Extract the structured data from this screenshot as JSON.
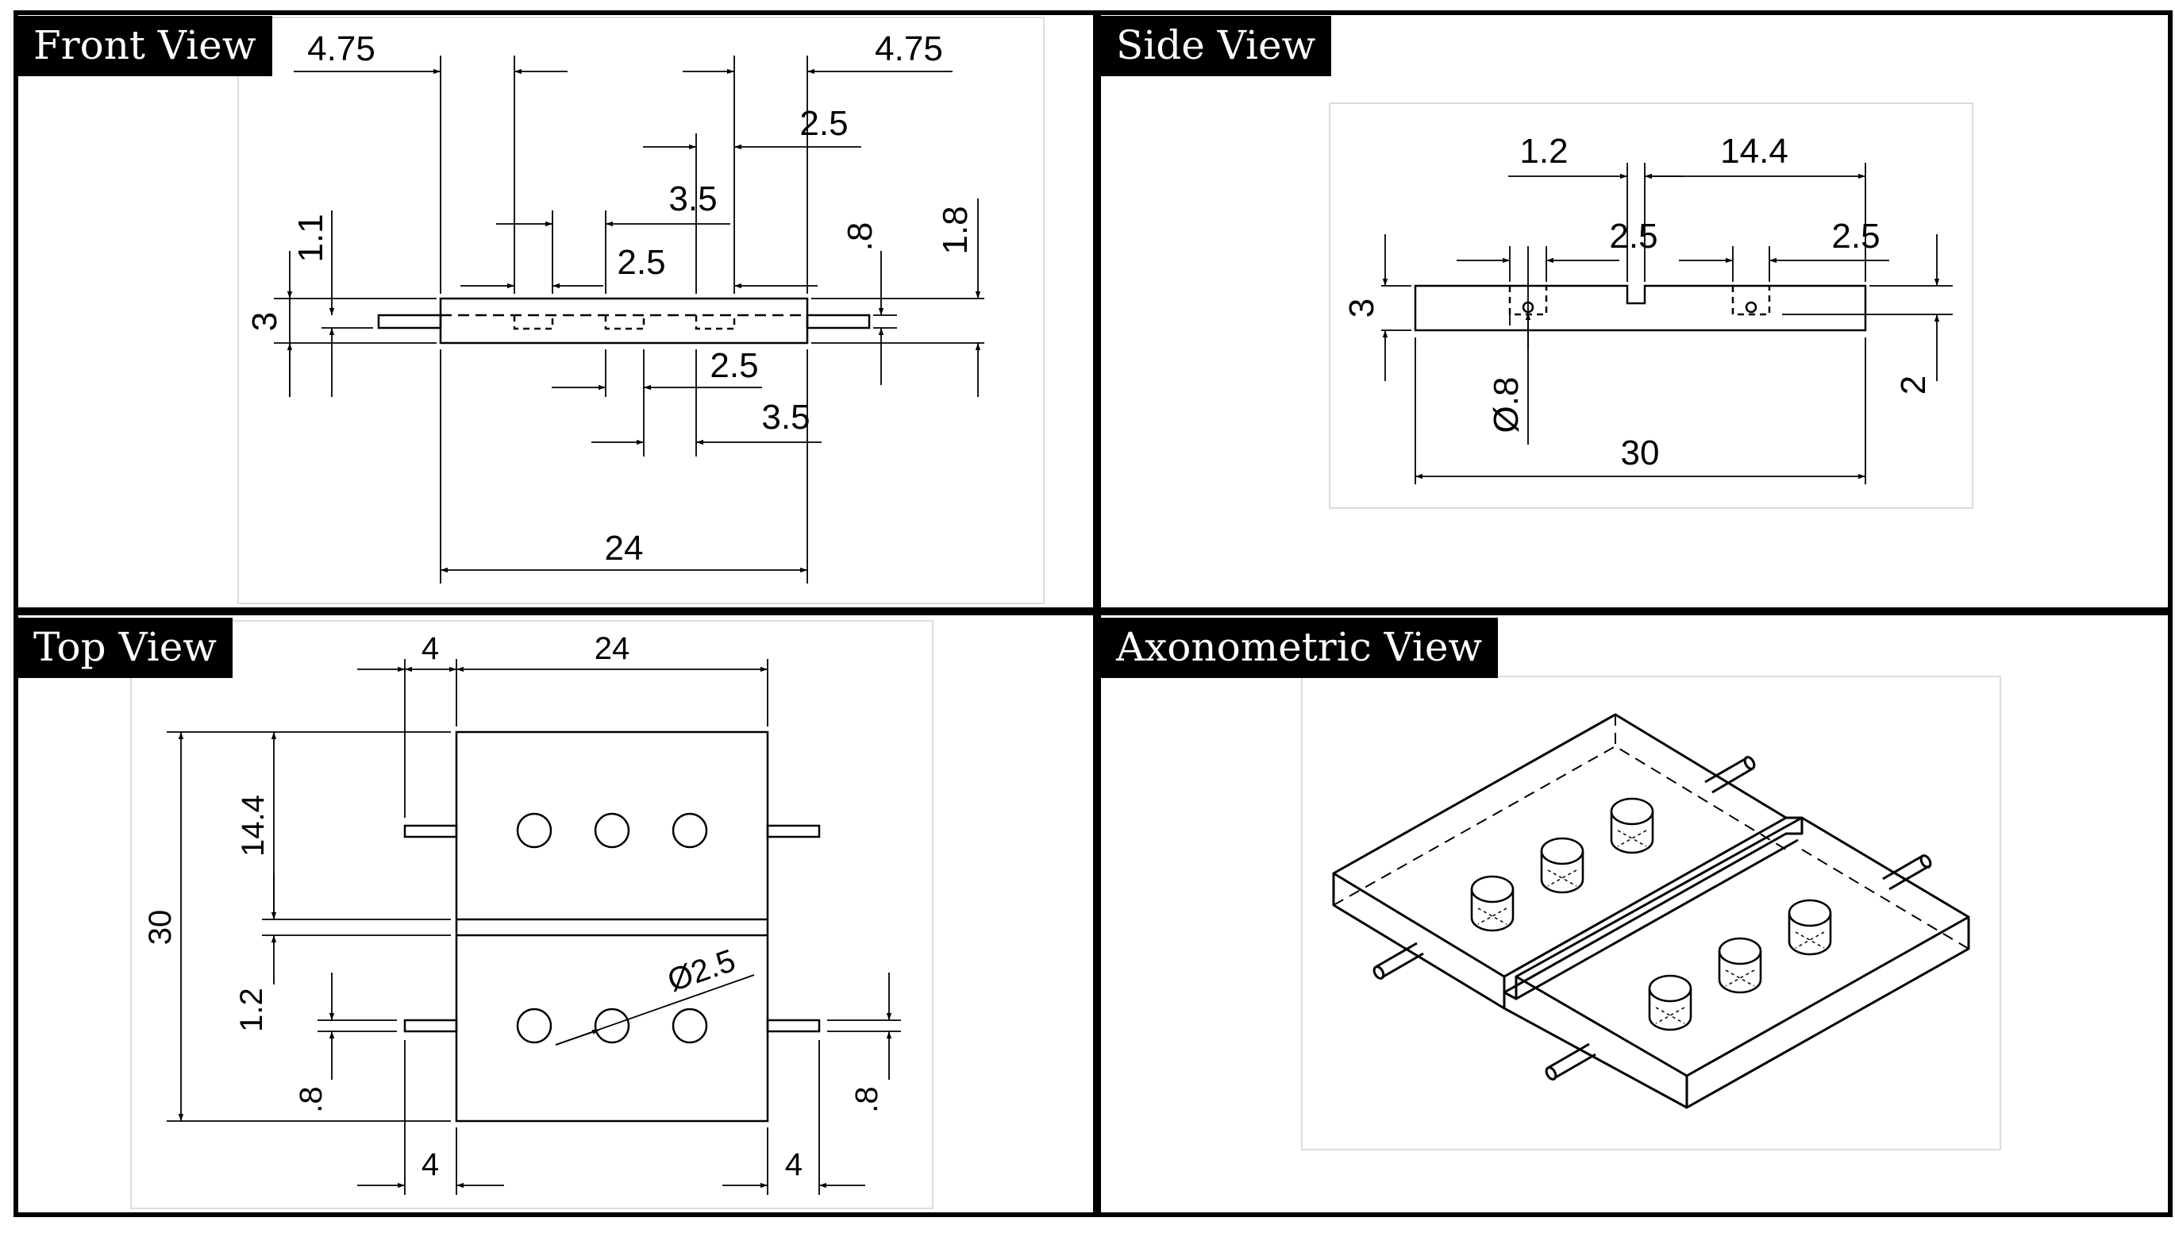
{
  "views": {
    "front": {
      "title": "Front View",
      "dims": {
        "d_475_left": "4.75",
        "d_475_right": "4.75",
        "d_25_top": "2.5",
        "d_35_top": "3.5",
        "d_25_mid": "2.5",
        "d_11": "1.1",
        "d_3": "3",
        "d_08": ".8",
        "d_18": "1.8",
        "d_25_bot": "2.5",
        "d_35_bot": "3.5",
        "d_24": "24"
      }
    },
    "side": {
      "title": "Side View",
      "dims": {
        "d_12": "1.2",
        "d_144": "14.4",
        "d_25_left": "2.5",
        "d_25_right": "2.5",
        "d_3": "3",
        "d_dia08": "Ø.8",
        "d_30": "30",
        "d_2": "2"
      }
    },
    "top": {
      "title": "Top View",
      "dims": {
        "d_4_top": "4",
        "d_24": "24",
        "d_144": "14.4",
        "d_30": "30",
        "d_12": "1.2",
        "d_08_left": ".8",
        "d_08_right": ".8",
        "d_dia25": "Ø2.5",
        "d_4_botl": "4",
        "d_4_botr": "4"
      }
    },
    "axo": {
      "title": "Axonometric View"
    }
  }
}
